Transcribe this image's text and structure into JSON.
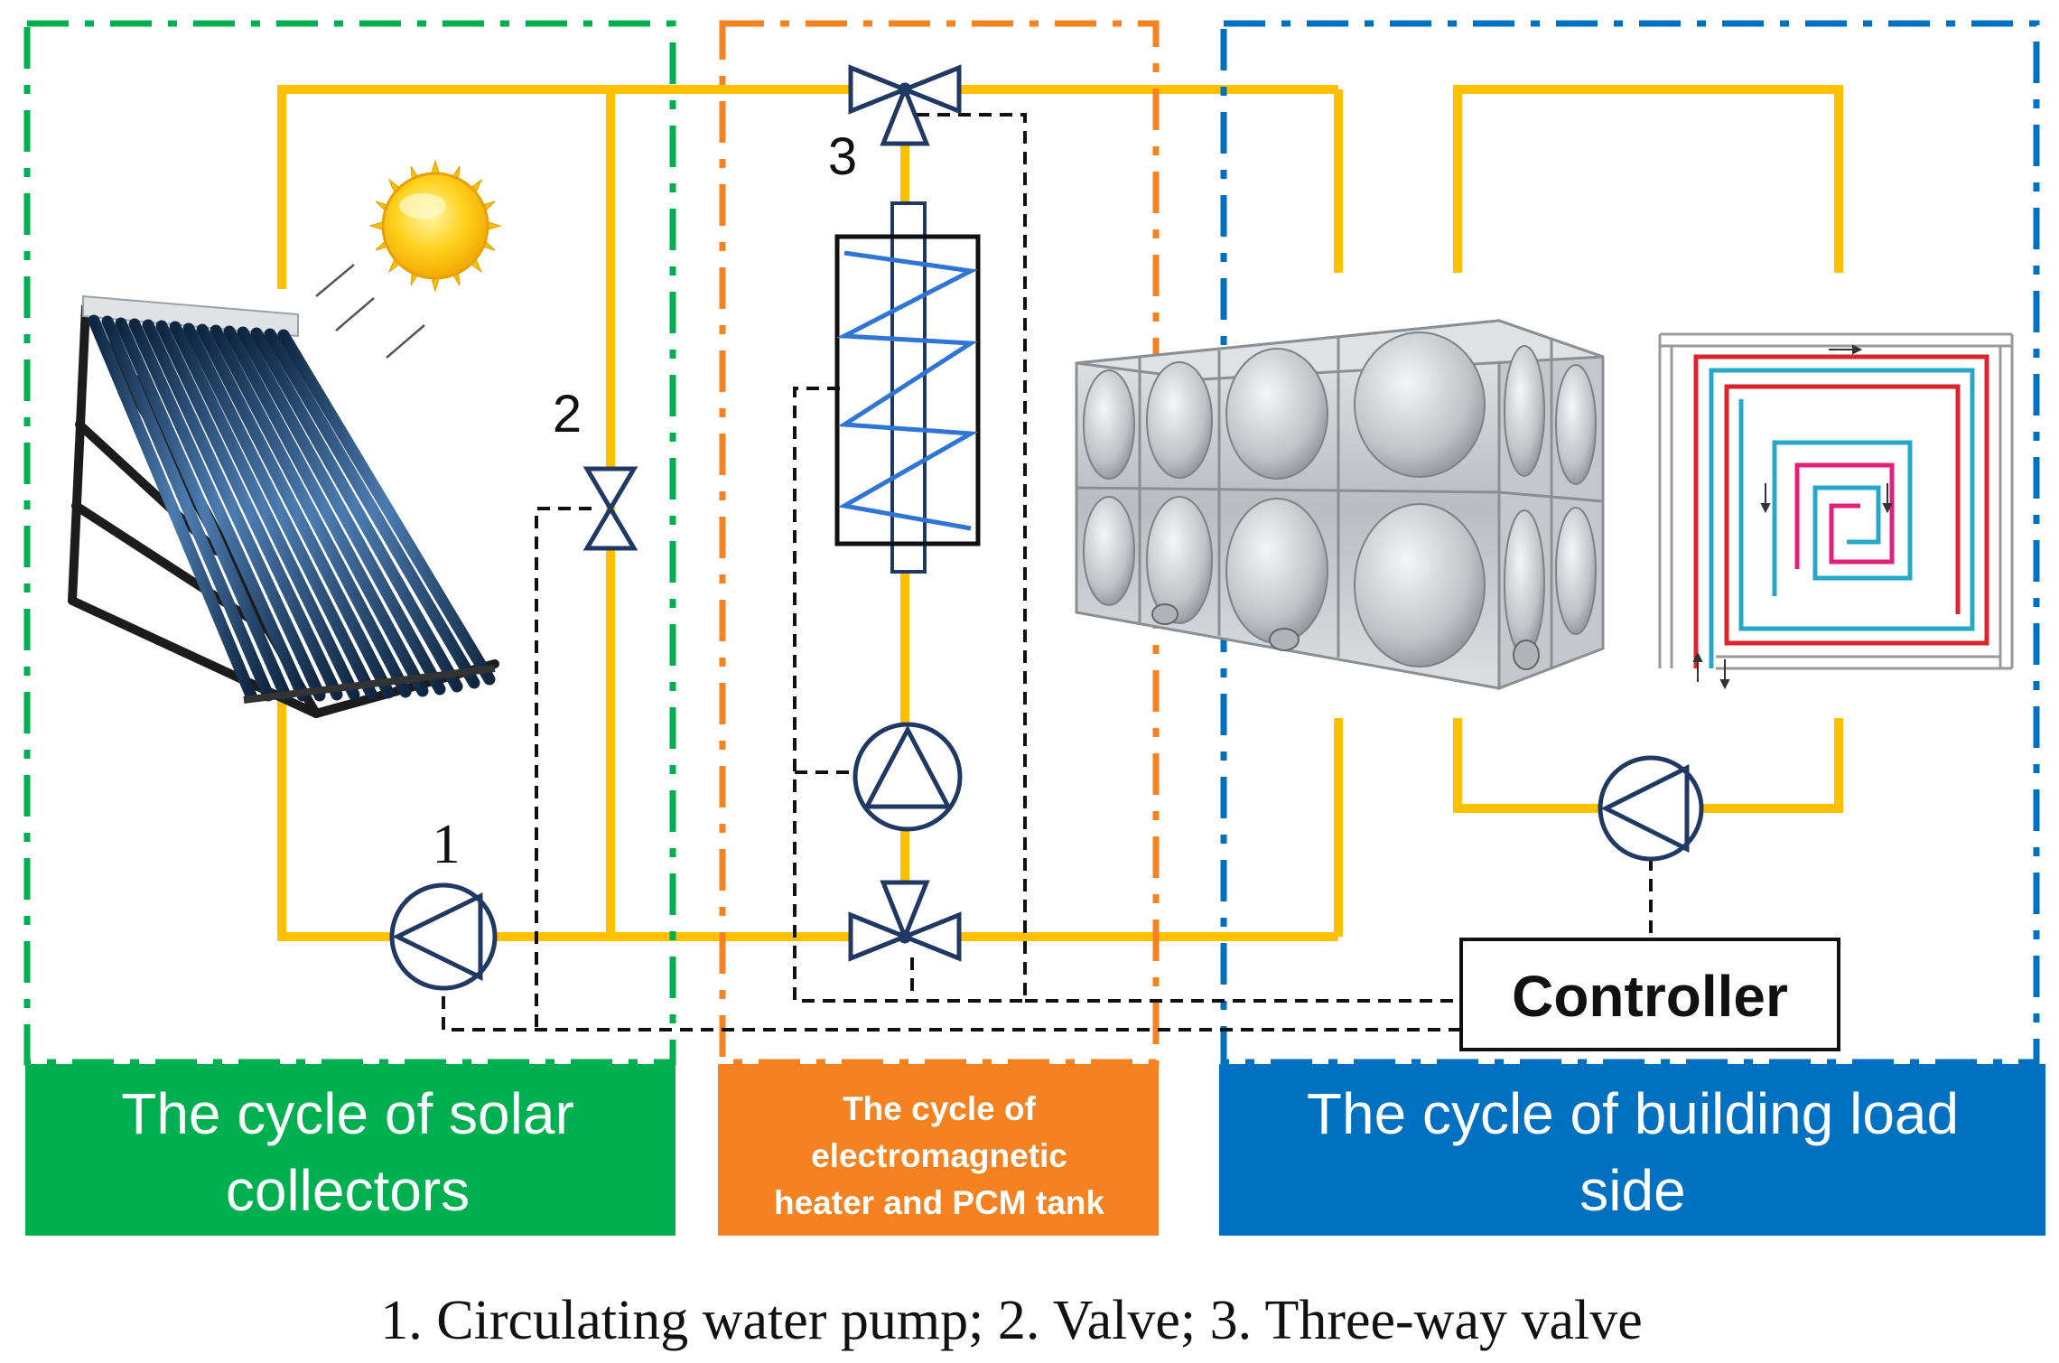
{
  "sections": {
    "solar": {
      "label_line1": "The cycle of solar",
      "label_line2": "collectors",
      "color": "#00b050"
    },
    "heater": {
      "label_line1": "The cycle of",
      "label_line2": "electromagnetic",
      "label_line3": "heater and PCM tank",
      "color": "#f58220"
    },
    "building": {
      "label_line1": "The cycle of building load",
      "label_line2": "side",
      "color": "#0070c0"
    }
  },
  "component_numbers": {
    "pump": "1",
    "valve": "2",
    "three_way_valve": "3"
  },
  "controller": {
    "label": "Controller"
  },
  "legend": {
    "text": "1. Circulating water pump; 2. Valve; 3. Three-way valve"
  },
  "colors": {
    "pipe": "#ffc000",
    "heating_coil": "#2e75d6",
    "floor_pipe_red": "#d9262c",
    "floor_pipe_cyan": "#28a8c8",
    "floor_pipe_magenta": "#e0207a",
    "collector_tube": "#1f3f66",
    "sun": "#ffcc00",
    "tank_steel": "#c8ccd0"
  },
  "icons": [
    "sun-icon",
    "solar-collector-icon",
    "pump-icon",
    "valve-icon",
    "three-way-valve-icon",
    "pcm-tank-icon",
    "water-tank-icon",
    "floor-heating-icon"
  ]
}
